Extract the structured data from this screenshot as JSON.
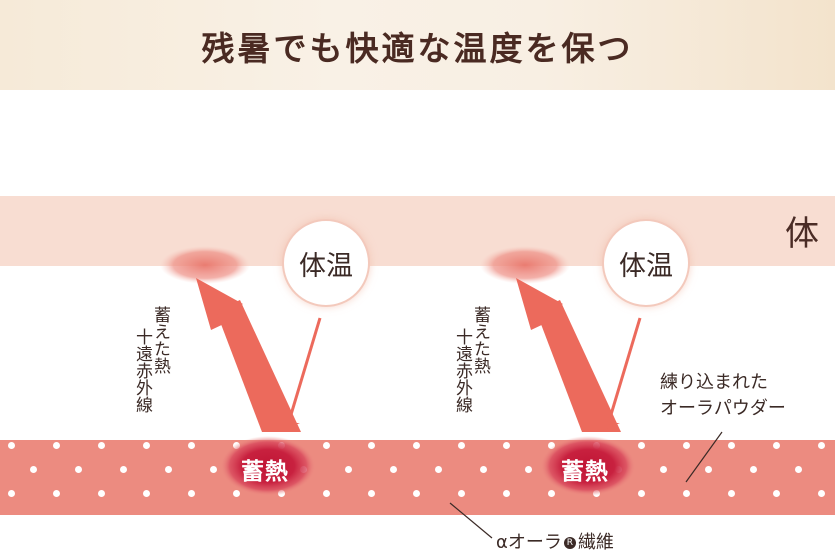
{
  "title": "残暑でも快適な温度を保つ",
  "body_label": "体",
  "groups": [
    {
      "temp_label": "体温",
      "heat_label": "蓄熱",
      "ray_line1": "蓄えた熱",
      "ray_line2": "十遠赤外線"
    },
    {
      "temp_label": "体温",
      "heat_label": "蓄熱",
      "ray_line1": "蓄えた熱",
      "ray_line2": "十遠赤外線"
    }
  ],
  "powder_label": {
    "line1": "練り込まれた",
    "line2": "オーラパウダー"
  },
  "fiber_label": {
    "prefix": "αオーラ",
    "reg_mark": "R",
    "suffix": "繊維"
  },
  "colors": {
    "arrow": "#ec6a5c",
    "fiber": "#ec8b80",
    "body_band": "#f8ddd2",
    "heat_core": "#c41c3a"
  }
}
